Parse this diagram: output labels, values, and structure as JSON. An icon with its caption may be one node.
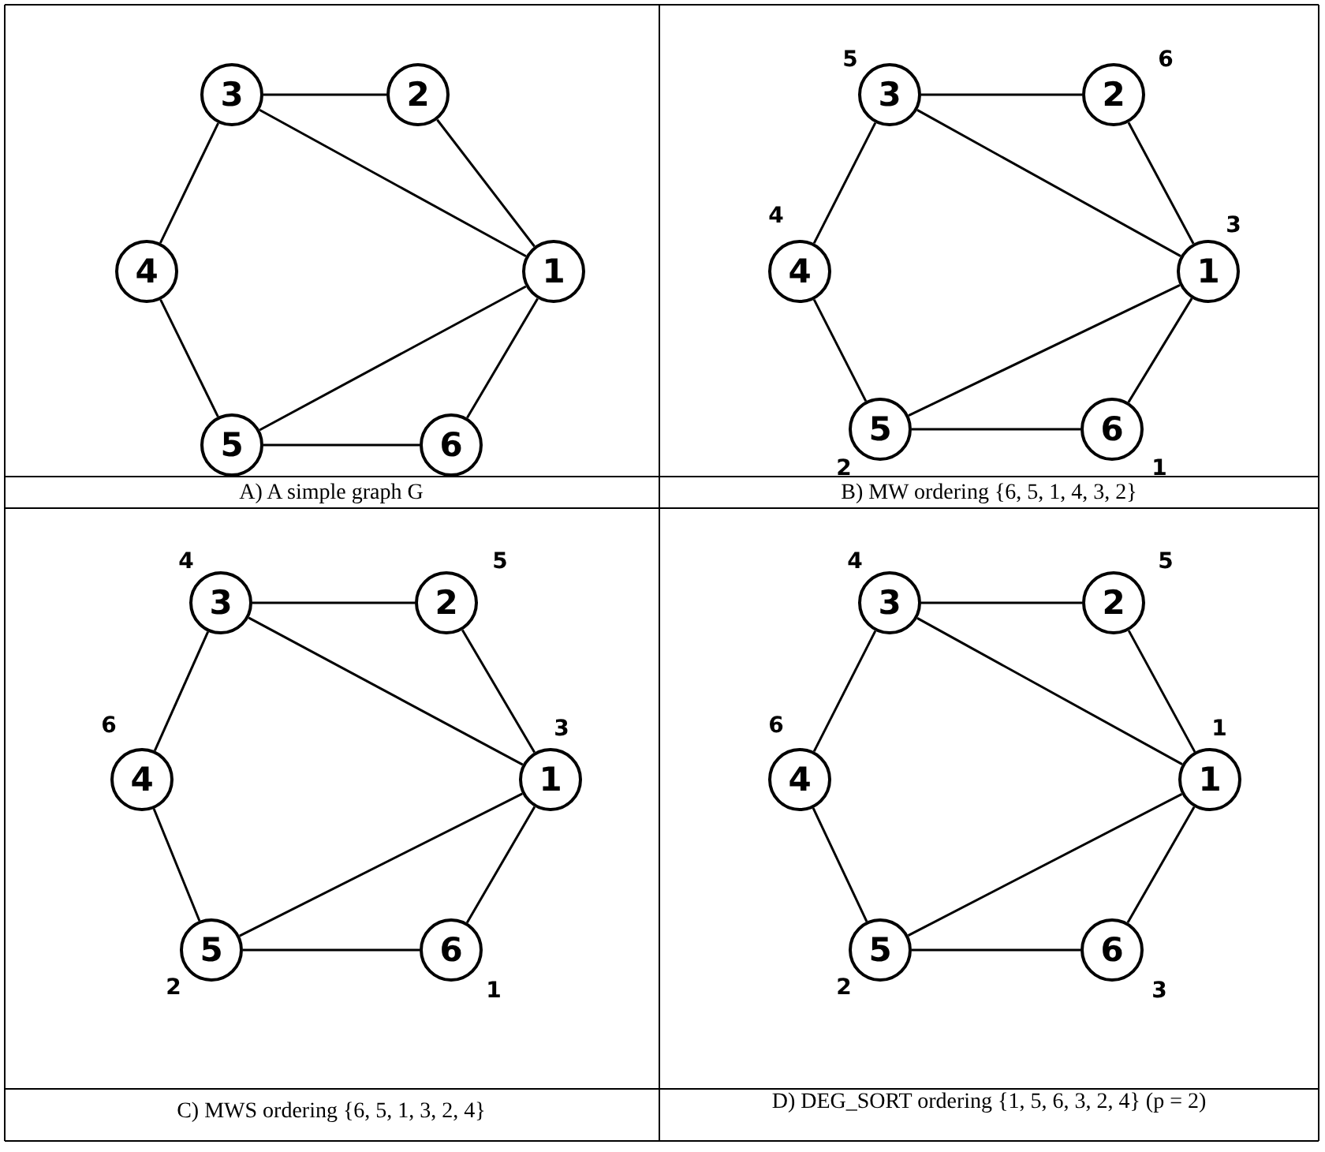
{
  "diagram": {
    "nodes": [
      {
        "text": [
          "3"
        ]
      },
      {
        "text": [
          "2"
        ]
      },
      {
        "text": [
          "4"
        ]
      },
      {
        "text": [
          "1"
        ]
      },
      {
        "text": [
          "5"
        ]
      },
      {
        "text": [
          "6"
        ]
      },
      {
        "text": [
          "3"
        ],
        "beside": [
          "5"
        ]
      },
      {
        "text": [
          "2"
        ],
        "beside": [
          "6"
        ]
      },
      {
        "text": [
          "4"
        ],
        "beside": [
          "4"
        ]
      },
      {
        "text": [
          "1"
        ],
        "beside": [
          "3"
        ]
      },
      {
        "text": [
          "5"
        ],
        "beside": [
          "2"
        ]
      },
      {
        "text": [
          "6"
        ],
        "beside": [
          "1"
        ]
      },
      {
        "text": [
          "3"
        ],
        "beside": [
          "4"
        ]
      },
      {
        "text": [
          "2"
        ],
        "beside": [
          "5"
        ]
      },
      {
        "text": [
          "4"
        ],
        "beside": [
          "6"
        ]
      },
      {
        "text": [
          "1"
        ],
        "beside": [
          "3"
        ]
      },
      {
        "text": [
          "5"
        ],
        "beside": [
          "2"
        ]
      },
      {
        "text": [
          "6"
        ],
        "beside": [
          "1"
        ]
      },
      {
        "text": [
          "3"
        ],
        "beside": [
          "4"
        ]
      },
      {
        "text": [
          "2"
        ],
        "beside": [
          "5"
        ]
      },
      {
        "text": [
          "4"
        ],
        "beside": [
          "6"
        ]
      },
      {
        "text": [
          "1"
        ],
        "beside": [
          "1"
        ]
      },
      {
        "text": [
          "5"
        ],
        "beside": [
          "2"
        ]
      },
      {
        "text": [
          "6"
        ],
        "beside": [
          "3"
        ]
      }
    ],
    "edges": [
      {
        "from": 0,
        "to": 1,
        "arrow": "none"
      },
      {
        "from": 0,
        "to": 3,
        "arrow": "none"
      },
      {
        "from": 1,
        "to": 3,
        "arrow": "none"
      },
      {
        "from": 0,
        "to": 2,
        "arrow": "none"
      },
      {
        "from": 2,
        "to": 4,
        "arrow": "none"
      },
      {
        "from": 4,
        "to": 3,
        "arrow": "none"
      },
      {
        "from": 4,
        "to": 5,
        "arrow": "none"
      },
      {
        "from": 5,
        "to": 3,
        "arrow": "none"
      },
      {
        "from": 6,
        "to": 7,
        "arrow": "none"
      },
      {
        "from": 6,
        "to": 9,
        "arrow": "none"
      },
      {
        "from": 7,
        "to": 9,
        "arrow": "none"
      },
      {
        "from": 6,
        "to": 8,
        "arrow": "none"
      },
      {
        "from": 8,
        "to": 10,
        "arrow": "none"
      },
      {
        "from": 10,
        "to": 9,
        "arrow": "none"
      },
      {
        "from": 10,
        "to": 11,
        "arrow": "none"
      },
      {
        "from": 11,
        "to": 9,
        "arrow": "none"
      },
      {
        "from": 12,
        "to": 13,
        "arrow": "none"
      },
      {
        "from": 12,
        "to": 15,
        "arrow": "none"
      },
      {
        "from": 13,
        "to": 15,
        "arrow": "none"
      },
      {
        "from": 12,
        "to": 14,
        "arrow": "none"
      },
      {
        "from": 14,
        "to": 16,
        "arrow": "none"
      },
      {
        "from": 16,
        "to": 15,
        "arrow": "none"
      },
      {
        "from": 16,
        "to": 17,
        "arrow": "none"
      },
      {
        "from": 17,
        "to": 15,
        "arrow": "none"
      },
      {
        "from": 18,
        "to": 19,
        "arrow": "none"
      },
      {
        "from": 18,
        "to": 21,
        "arrow": "none"
      },
      {
        "from": 19,
        "to": 21,
        "arrow": "none"
      },
      {
        "from": 18,
        "to": 20,
        "arrow": "none"
      },
      {
        "from": 20,
        "to": 22,
        "arrow": "none"
      },
      {
        "from": 22,
        "to": 21,
        "arrow": "none"
      },
      {
        "from": 22,
        "to": 23,
        "arrow": "none"
      },
      {
        "from": 23,
        "to": 21,
        "arrow": "none"
      }
    ],
    "labels": [
      "A) A simple graph G",
      "B) MW ordering {6, 5, 1, 4, 3, 2}",
      "C) MWS ordering {6, 5, 1, 3, 2, 4}",
      "D) DEG_SORT ordering {1, 5, 6, 3, 2, 4} (p = 2)"
    ]
  }
}
